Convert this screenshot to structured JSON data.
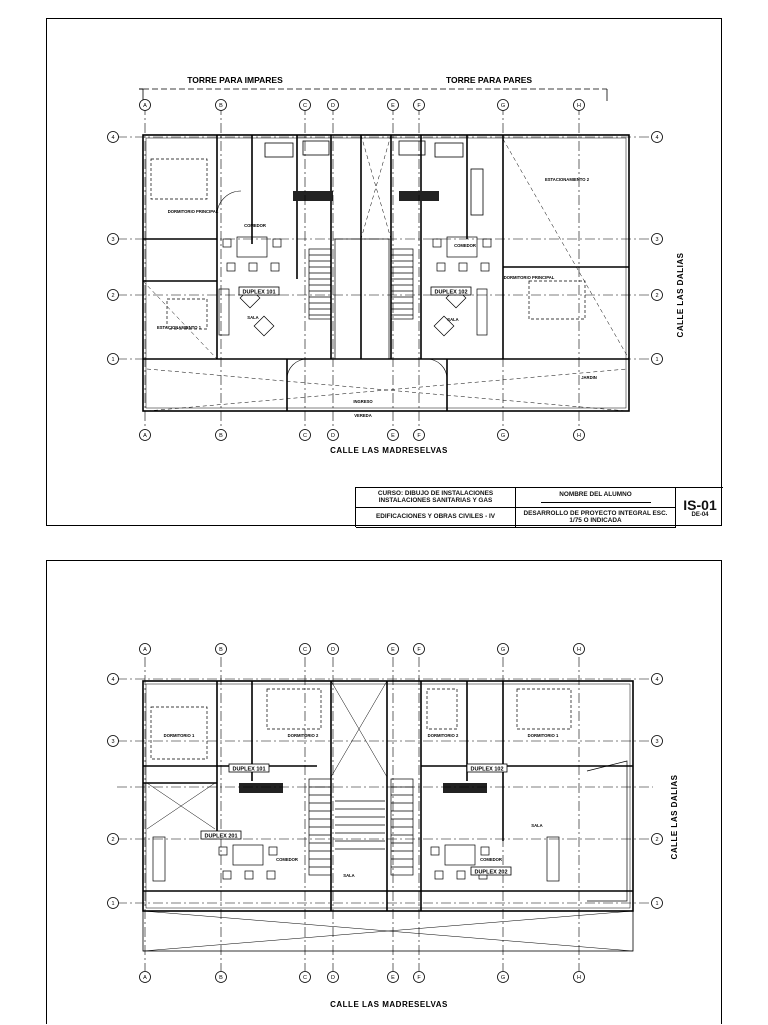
{
  "sheet1": {
    "tower_left": "TORRE PARA IMPARES",
    "tower_right": "TORRE PARA PARES",
    "street_bottom": "CALLE LAS MADRESELVAS",
    "street_right": "CALLE LAS DALIAS",
    "duplex_labels": [
      "DUPLEX 101",
      "DUPLEX 102"
    ],
    "room_labels": [
      "DORMITORIO PRINCIPAL",
      "COMEDOR",
      "SALA",
      "ESTACIONAMIENTO 1",
      "ESTACIONAMIENTO 2",
      "COMEDOR",
      "SALA",
      "DORMITORIO PRINCIPAL",
      "JARDIN",
      "INGRESO",
      "VEREDA"
    ]
  },
  "sheet2": {
    "street_bottom": "CALLE LAS MADRESELVAS",
    "street_right": "CALLE LAS DALIAS",
    "duplex_labels": [
      "DUPLEX 101",
      "DUPLEX 102",
      "DUPLEX 201",
      "DUPLEX 202"
    ],
    "room_labels": [
      "DORMITORIO 1",
      "DORMITORIO 2",
      "DORMITORIO 2",
      "DORMITORIO 1",
      "COMEDOR",
      "SALA",
      "COMEDOR",
      "SALA"
    ]
  },
  "grid_columns": [
    "A",
    "B",
    "C",
    "D",
    "E",
    "F",
    "G",
    "H"
  ],
  "grid_rows": [
    "4",
    "3",
    "2",
    "1"
  ],
  "title_block": {
    "course": "CURSO: DIBUJO DE INSTALACIONES INSTALACIONES SANITARIAS Y GAS",
    "student": "NOMBRE DEL ALUMNO",
    "program": "EDIFICACIONES Y OBRAS CIVILES - IV",
    "project": "DESARROLLO DE PROYECTO INTEGRAL ESC. 1/75 O INDICADA",
    "code": "IS-01",
    "subcode": "DE-04"
  }
}
